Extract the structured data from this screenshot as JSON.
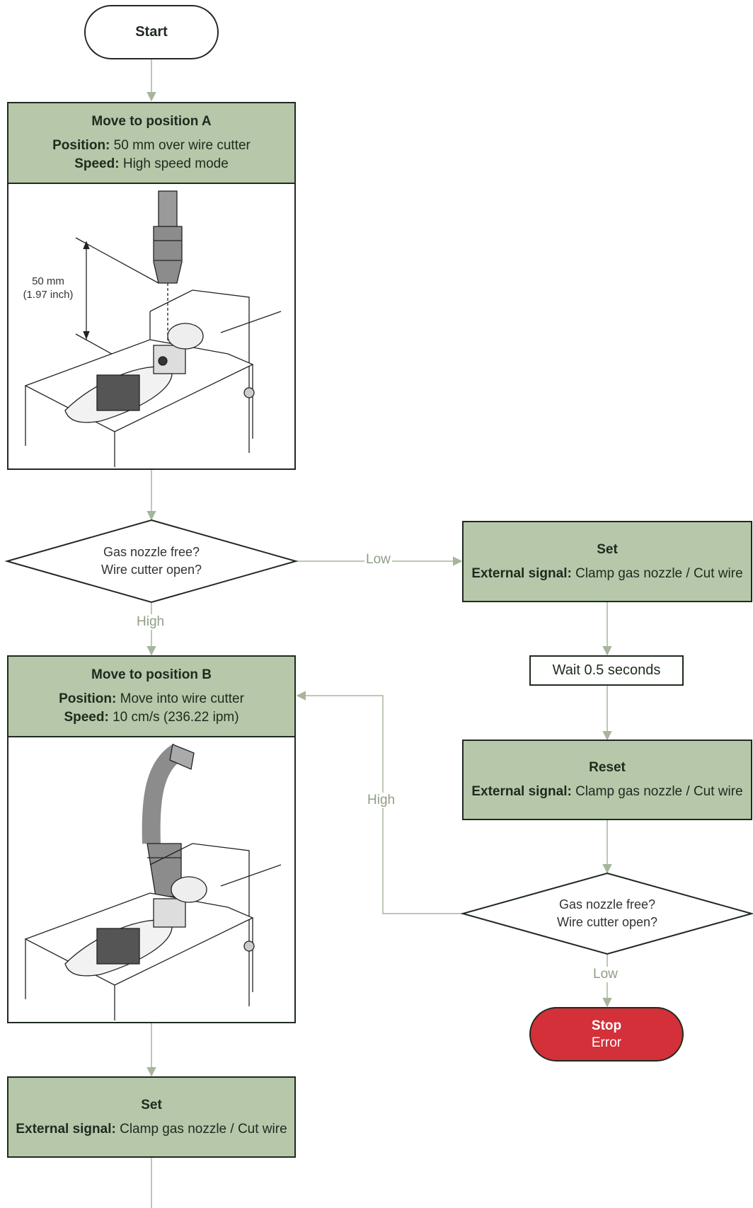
{
  "start": {
    "label": "Start"
  },
  "step_a": {
    "title": "Move to position A",
    "position_key": "Position:",
    "position_value": " 50 mm over wire cutter",
    "speed_key": "Speed:",
    "speed_value": " High speed mode"
  },
  "figure_a": {
    "dim_mm": "50 mm",
    "dim_inch": "(1.97 inch)"
  },
  "decision_1": {
    "line1": "Gas nozzle free?",
    "line2": "Wire cutter open?"
  },
  "edge_low_1": "Low",
  "edge_high_1": "High",
  "set_right": {
    "title": "Set",
    "signal_key": "External signal:",
    "signal_value": " Clamp gas nozzle / Cut wire"
  },
  "wait": {
    "label": "Wait 0.5 seconds"
  },
  "reset": {
    "title": "Reset",
    "signal_key": "External signal:",
    "signal_value": " Clamp gas nozzle / Cut wire"
  },
  "step_b": {
    "title": "Move to position B",
    "position_key": "Position:",
    "position_value": " Move into wire cutter",
    "speed_key": "Speed:",
    "speed_value": " 10 cm/s (236.22 ipm)"
  },
  "edge_high_2": "High",
  "decision_2": {
    "line1": "Gas nozzle free?",
    "line2": "Wire cutter open?"
  },
  "edge_low_2": "Low",
  "stop": {
    "title": "Stop",
    "subtitle": "Error"
  },
  "set_bottom": {
    "title": "Set",
    "signal_key": "External signal:",
    "signal_value": " Clamp gas nozzle / Cut wire"
  },
  "colors": {
    "box_green": "#b7c7a9",
    "connector": "#a6b59c",
    "stop_red": "#d3303a"
  }
}
